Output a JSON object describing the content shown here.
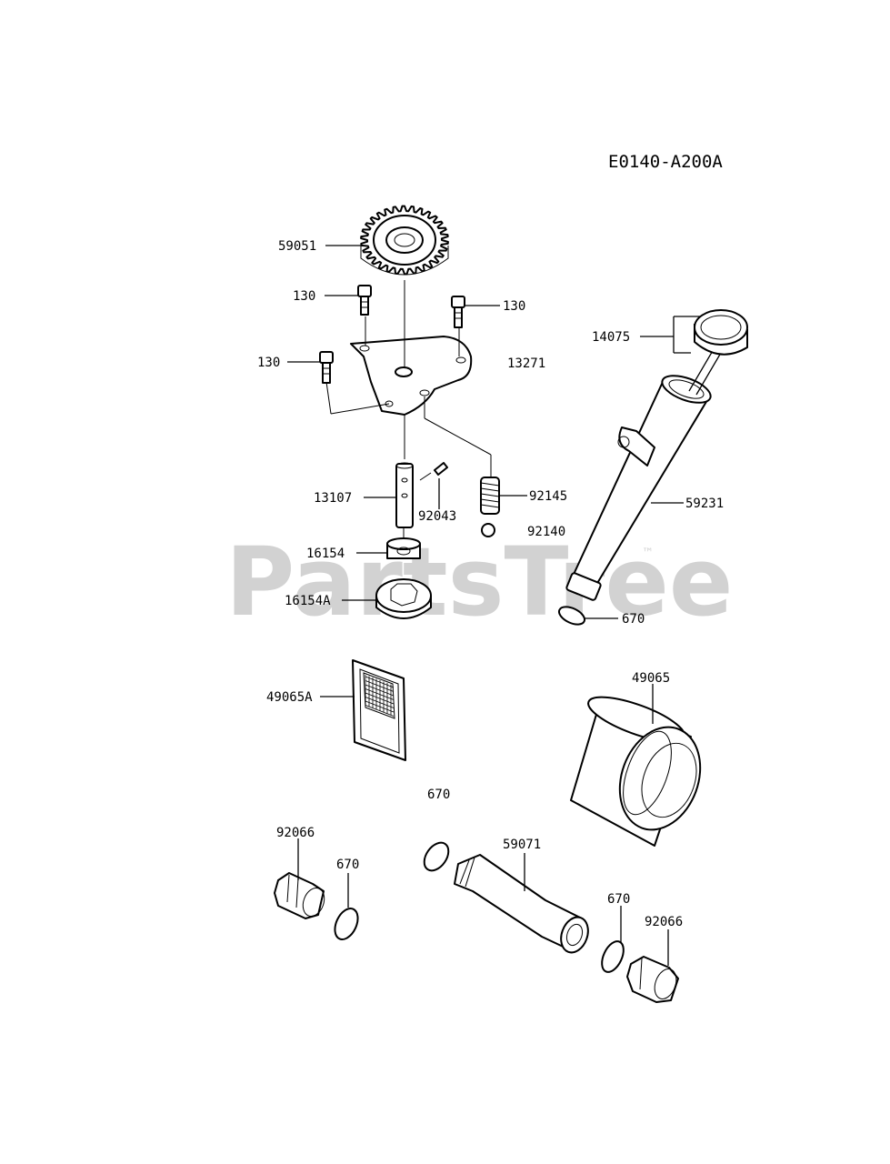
{
  "diagram_code": "E0140-A200A",
  "watermark": {
    "text": "PartsTree",
    "trademark": "™"
  },
  "parts": {
    "p59051": "59051",
    "p130_a": "130",
    "p130_b": "130",
    "p130_c": "130",
    "p13271": "13271",
    "p14075": "14075",
    "p13107": "13107",
    "p92043": "92043",
    "p92145": "92145",
    "p92140": "92140",
    "p59231": "59231",
    "p16154": "16154",
    "p16154A": "16154A",
    "p670_a": "670",
    "p49065A": "49065A",
    "p49065": "49065",
    "p670_b": "670",
    "p92066_a": "92066",
    "p670_c": "670",
    "p59071": "59071",
    "p670_d": "670",
    "p92066_b": "92066"
  }
}
